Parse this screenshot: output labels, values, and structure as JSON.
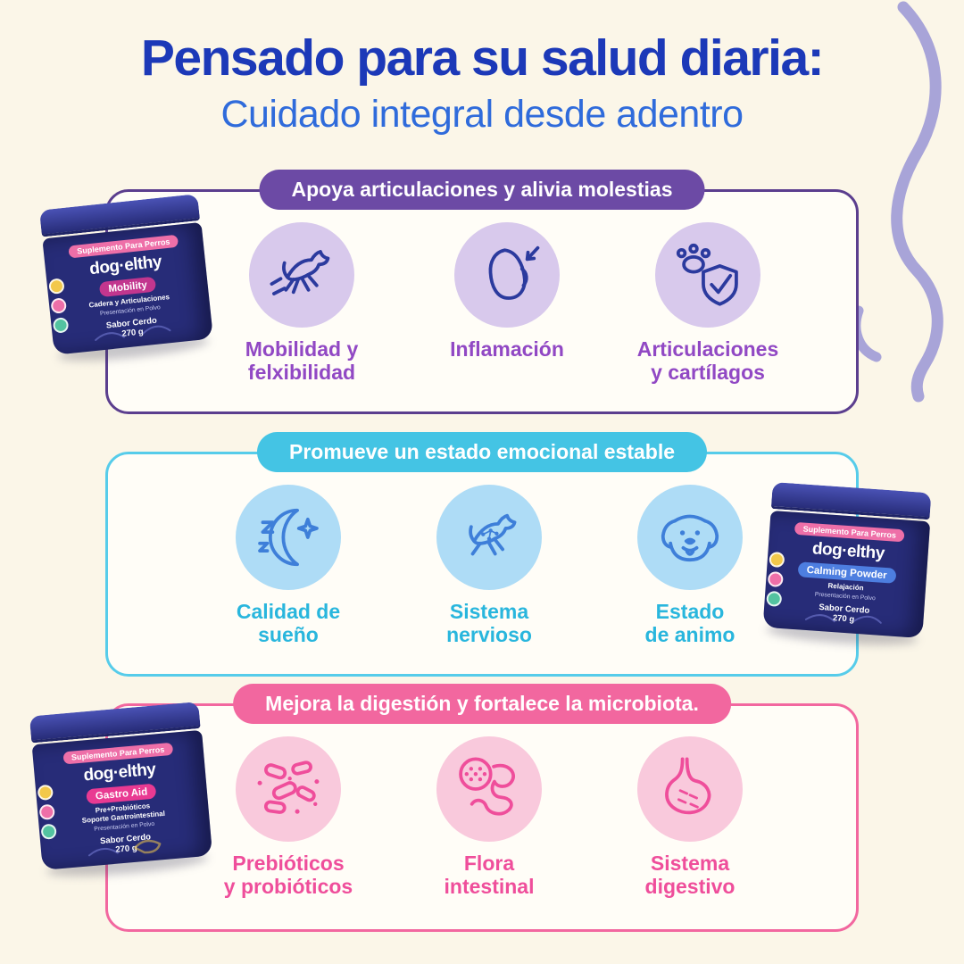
{
  "page": {
    "title": "Pensado para su salud diaria:",
    "subtitle": "Cuidado integral desde adentro"
  },
  "colors": {
    "background": "#FBF6E8",
    "title_blue": "#1C39B8",
    "subtitle_blue": "#2F6BDB",
    "purple_accent": "#6C4AA5",
    "purple_border": "#5B3E8E",
    "purple_circle": "#D8C9EC",
    "purple_label": "#9148C4",
    "cyan_accent": "#44C4E4",
    "cyan_border": "#56CCEA",
    "cyan_circle": "#AEDCF6",
    "cyan_label": "#29B6DD",
    "pink_accent": "#F2679F",
    "pink_circle": "#F9C9DC",
    "pink_label": "#EF4E9B",
    "jar_navy": "#272C78",
    "squiggle_lavender": "#A8A4D8"
  },
  "sections": [
    {
      "header": "Apoya articulaciones y alivia molestias",
      "items": [
        {
          "icon": "jumping-dog-icon",
          "label": "Mobilidad y\nfelxibilidad"
        },
        {
          "icon": "paw-inflammation-icon",
          "label": "Inflamación"
        },
        {
          "icon": "joint-shield-icon",
          "label": "Articulaciones\ny cartílagos"
        }
      ]
    },
    {
      "header": "Promueve un estado emocional estable",
      "items": [
        {
          "icon": "sleep-moon-icon",
          "label": "Calidad de\nsueño"
        },
        {
          "icon": "nervous-system-dog-icon",
          "label": "Sistema\nnervioso"
        },
        {
          "icon": "happy-dog-face-icon",
          "label": "Estado\nde animo"
        }
      ]
    },
    {
      "header": "Mejora la digestión y fortalece la microbiota.",
      "items": [
        {
          "icon": "probiotics-icon",
          "label": "Prebióticos\ny probióticos"
        },
        {
          "icon": "intestinal-flora-icon",
          "label": "Flora\nintestinal"
        },
        {
          "icon": "stomach-icon",
          "label": "Sistema\ndigestivo"
        }
      ]
    }
  ],
  "products": [
    {
      "banner": "Suplemento Para Perros",
      "brand": "dog·elthy",
      "name": "Mobility",
      "subname": "Cadera y Articulaciones",
      "presentation": "Presentación en Polvo",
      "flavor": "Sabor Cerdo",
      "size": "270 g"
    },
    {
      "banner": "Suplemento Para Perros",
      "brand": "dog·elthy",
      "name": "Calming Powder",
      "subname": "Relajación",
      "presentation": "Presentación en Polvo",
      "flavor": "Sabor Cerdo",
      "size": "270 g"
    },
    {
      "banner": "Suplemento Para Perros",
      "brand": "dog·elthy",
      "name": "Gastro Aid",
      "subname": "Pre+Probióticos",
      "subname2": "Soporte Gastrointestinal",
      "presentation": "Presentación en Polvo",
      "flavor": "Sabor Cerdo",
      "size": "270 g"
    }
  ]
}
